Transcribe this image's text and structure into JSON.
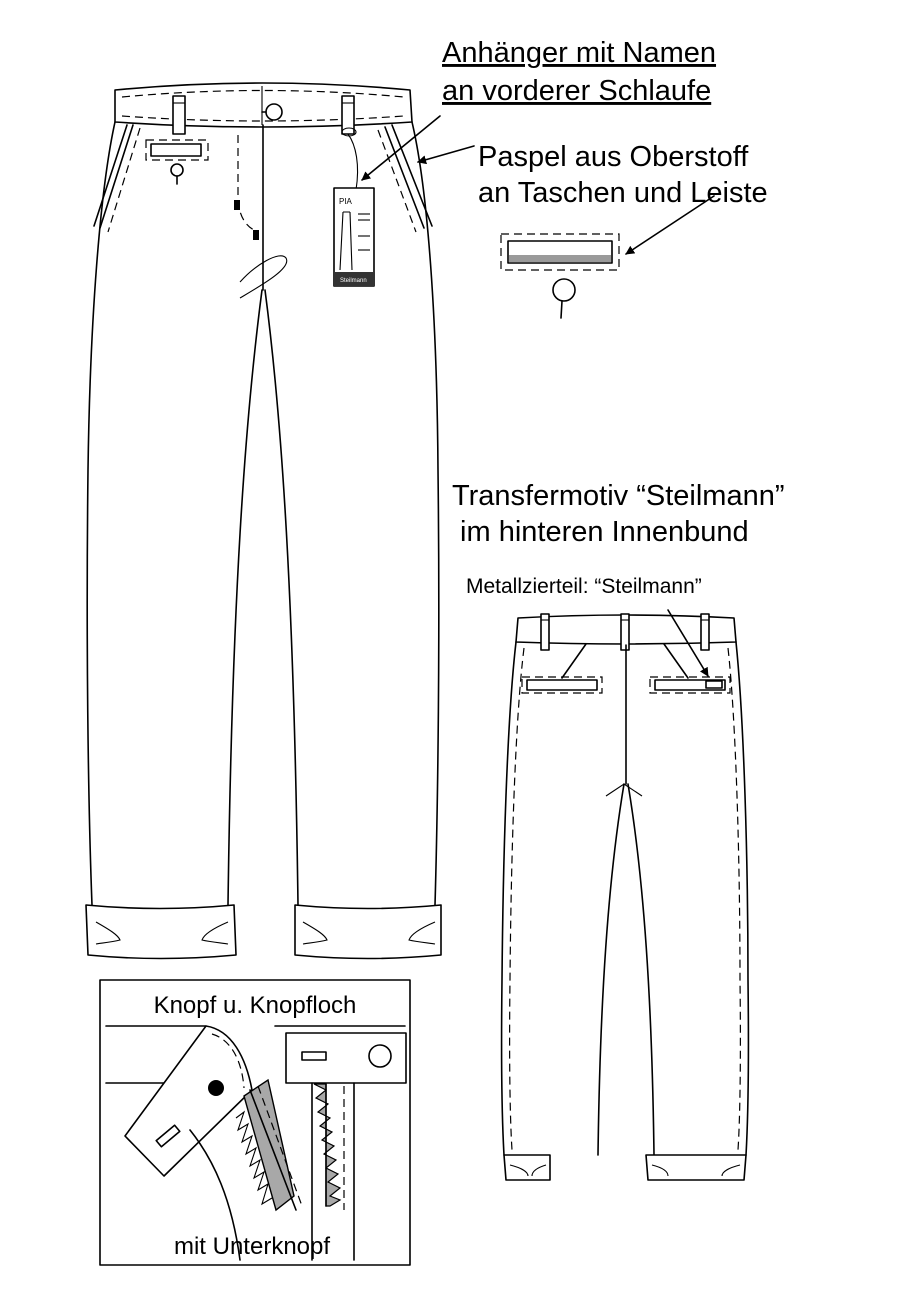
{
  "annotations": {
    "tag_label_line1": "Anhänger mit Namen ",
    "tag_label_line2": "an vorderer Schlaufe",
    "piping_label_line1": "Paspel aus Oberstoff",
    "piping_label_line2": "an Taschen und Leiste",
    "transfer_label_line1": "Transfermotiv “Steilmann”",
    "transfer_label_line2": " im hinteren Innenbund",
    "metal_label": "Metallzierteil: “Steilmann”"
  },
  "hang_tag": {
    "name": "PIA",
    "brand": "Steilmann"
  },
  "detail_box": {
    "title": "Knopf u. Knopfloch",
    "caption": "mit Unterknopf"
  },
  "colors": {
    "line": "#000000",
    "background": "#ffffff",
    "piping_gray": "#9a9a9a",
    "zipper_gray": "#a8a8a8"
  }
}
